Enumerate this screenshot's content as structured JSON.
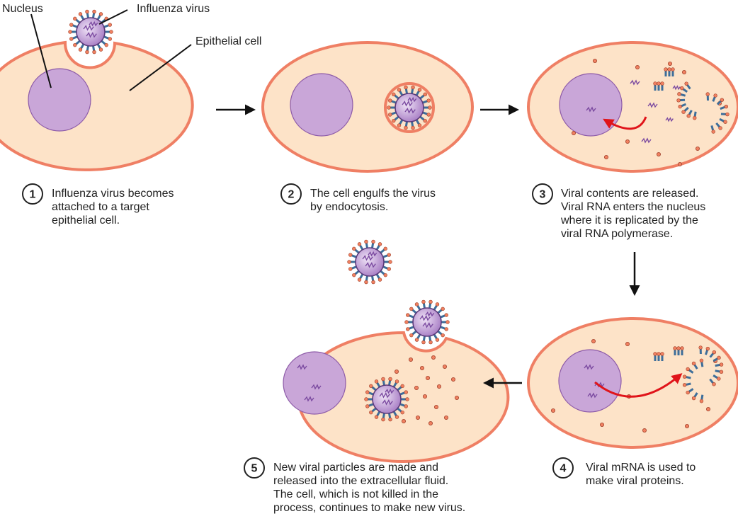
{
  "labels": {
    "nucleus": "Nucleus",
    "influenza_virus": "Influenza virus",
    "epithelial_cell": "Epithelial cell"
  },
  "steps": [
    {
      "number": "1",
      "lines": [
        "Influenza virus becomes",
        "attached to a target",
        "epithelial cell."
      ]
    },
    {
      "number": "2",
      "lines": [
        "The cell engulfs the virus",
        "by endocytosis."
      ]
    },
    {
      "number": "3",
      "lines": [
        "Viral contents are released.",
        "Viral RNA enters the nucleus",
        "where it is replicated by the",
        "viral RNA polymerase."
      ]
    },
    {
      "number": "4",
      "lines": [
        "Viral mRNA is used to",
        "make viral proteins."
      ]
    },
    {
      "number": "5",
      "lines": [
        "New viral particles are made and",
        "released into the extracellular fluid.",
        "The cell, which is not killed in the",
        "process, continues to make new virus."
      ]
    }
  ],
  "colors": {
    "cell_fill": "#fde3c8",
    "cell_stroke": "#ef7f64",
    "nucleus_fill": "#c9a6d8",
    "nucleus_stroke": "#8d5ba8",
    "rna": "#7b4aa0",
    "spike_knob": "#f08060",
    "red_arrow": "#e0141a",
    "arrow": "#111111"
  }
}
